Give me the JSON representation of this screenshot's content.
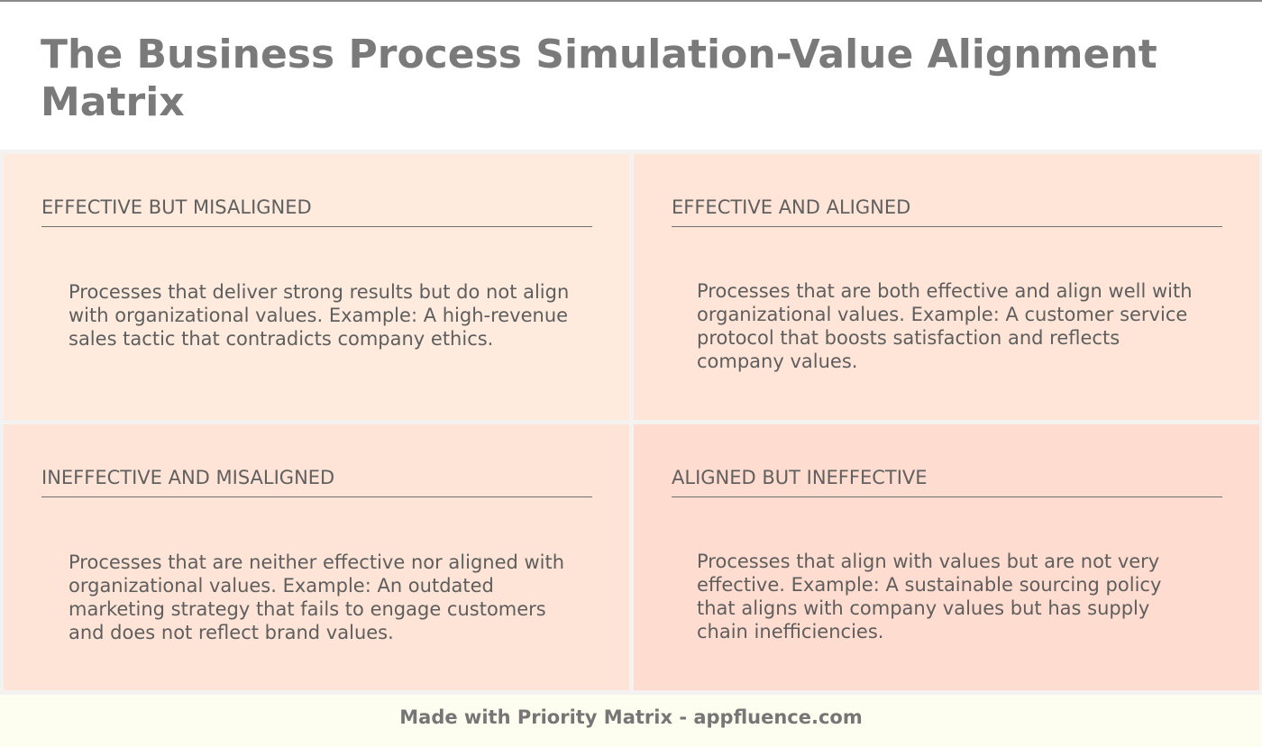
{
  "header": {
    "title": "The Business Process Simulation-Value Alignment Matrix"
  },
  "quadrants": {
    "top_left": {
      "heading": "EFFECTIVE BUT MISALIGNED",
      "body": "Processes that deliver strong results but do not align with organizational values. Example: A high-revenue sales tactic that contradicts company ethics.",
      "color": "#feebde"
    },
    "top_right": {
      "heading": "EFFECTIVE AND ALIGNED",
      "body": "Processes that are both effective and align well with organizational values. Example: A customer service protocol that boosts satisfaction and reflects company values.",
      "color": "#fee5d8"
    },
    "bottom_left": {
      "heading": "INEFFECTIVE AND MISALIGNED",
      "body": "Processes that are neither effective nor aligned with organizational values. Example: An outdated marketing strategy that fails to engage customers and does not reflect brand values.",
      "color": "#fee4d6"
    },
    "bottom_right": {
      "heading": "ALIGNED BUT INEFFECTIVE",
      "body": "Processes that align with values but are not very effective. Example: A sustainable sourcing policy that aligns with company values but has supply chain inefficiencies.",
      "color": "#fedccf"
    }
  },
  "footer": {
    "text": "Made with Priority Matrix - appfluence.com"
  }
}
